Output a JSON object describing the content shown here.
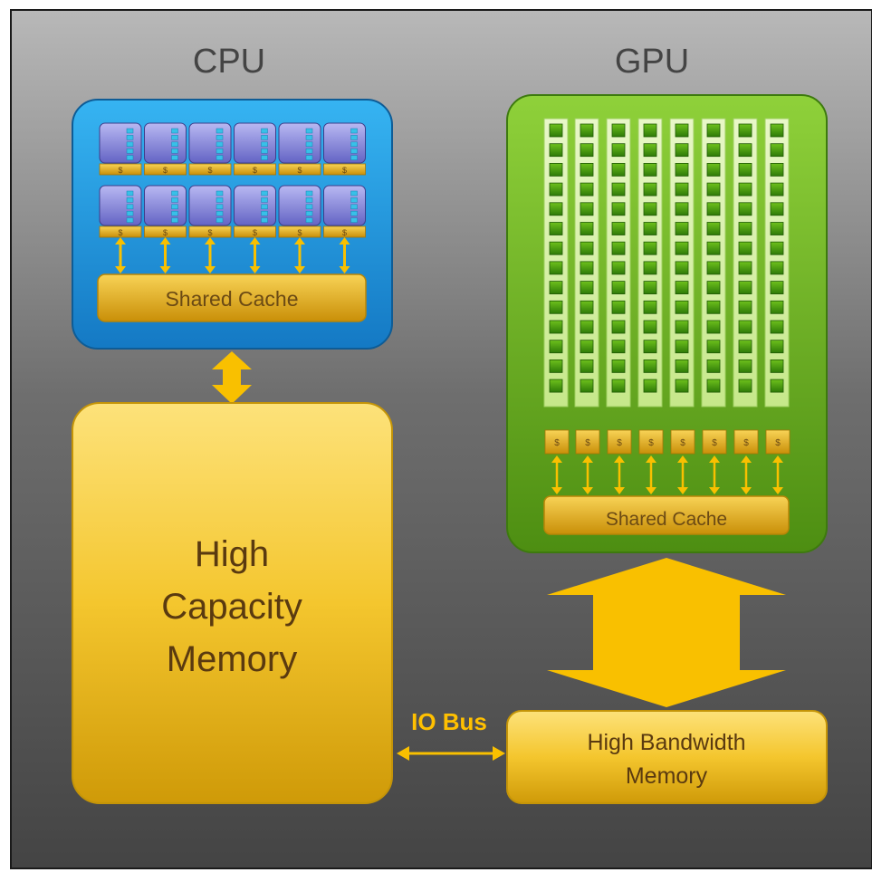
{
  "cpu": {
    "title": "CPU",
    "core_cache_label": "$",
    "shared_cache_label": "Shared Cache"
  },
  "gpu": {
    "title": "GPU",
    "core_cache_label": "$",
    "shared_cache_label": "Shared Cache"
  },
  "memory": {
    "high_capacity_line1": "High",
    "high_capacity_line2": "Capacity",
    "high_capacity_line3": "Memory",
    "high_bandwidth_line1": "High Bandwidth",
    "high_bandwidth_line2": "Memory"
  },
  "io_bus_label": "IO Bus",
  "colors": {
    "background_top": "#b5b5b5",
    "background_bottom": "#4a4a4a",
    "cpu_blue": "#1e9be0",
    "gpu_green": "#69b01c",
    "memory_gold": "#f2c31a",
    "arrow_gold": "#f9c000",
    "core_purple": "#8c8ce0",
    "text_dark": "#5a3a10",
    "text_gold": "#ffc000"
  },
  "icons": [
    "bidirectional-arrow-icon"
  ]
}
